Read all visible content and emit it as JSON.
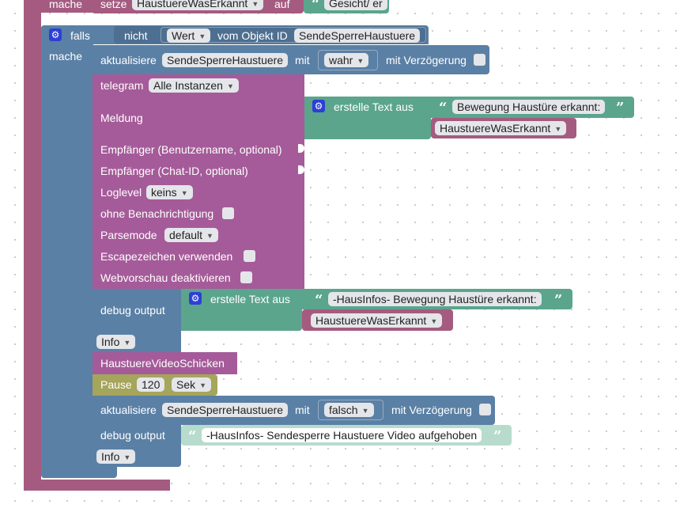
{
  "top_row": {
    "mache_label": "mache",
    "setze_label": "setze",
    "var_dropdown": "HaustuereWasErkannt",
    "auf_label": "auf",
    "string_value": "Gesicht/ er"
  },
  "if_block": {
    "falls_label": "falls",
    "mache_label": "mache",
    "nicht_label": "nicht",
    "wert_dropdown": "Wert",
    "vom_objekt_label": "vom Objekt ID",
    "object_id": "SendeSperreHaustuere"
  },
  "update1": {
    "aktualisiere_label": "aktualisiere",
    "object_id": "SendeSperreHaustuere",
    "mit_label": "mit",
    "value_dropdown": "wahr",
    "verzoegerung_label": "mit Verzögerung"
  },
  "telegram": {
    "telegram_label": "telegram",
    "instanz_dropdown": "Alle Instanzen",
    "meldung_label": "Meldung",
    "erstelle_label": "erstelle Text aus",
    "text_part1": "Bewegung Haustüre erkannt:",
    "text_var": "HaustuereWasErkannt",
    "empfaenger_user_label": "Empfänger (Benutzername, optional)",
    "empfaenger_chat_label": "Empfänger (Chat-ID, optional)",
    "loglevel_label": "Loglevel",
    "loglevel_dropdown": "keins",
    "ohne_benachrichtigung_label": "ohne Benachrichtigung",
    "parsemode_label": "Parsemode",
    "parsemode_dropdown": "default",
    "escape_label": "Escapezeichen verwenden",
    "webvorschau_label": "Webvorschau deaktivieren"
  },
  "debug1": {
    "label": "debug output",
    "erstelle_label": "erstelle Text aus",
    "text_part1": "-HausInfos- Bewegung Haustüre erkannt:",
    "text_var": "HaustuereWasErkannt",
    "level_dropdown": "Info"
  },
  "call_block": {
    "label": "HaustuereVideoSchicken"
  },
  "pause": {
    "label": "Pause",
    "value": "120",
    "unit_dropdown": "Sek"
  },
  "update2": {
    "aktualisiere_label": "aktualisiere",
    "object_id": "SendeSperreHaustuere",
    "mit_label": "mit",
    "value_dropdown": "falsch",
    "verzoegerung_label": "mit Verzögerung"
  },
  "debug2": {
    "label": "debug output",
    "text": "-HausInfos- Sendesperre Haustuere Video aufgehoben",
    "level_dropdown": "Info"
  },
  "colors": {
    "logic": "#5b80a5",
    "telegram": "#a55b99",
    "variable": "#a55b80",
    "text": "#5ba58c",
    "timer": "#a5a55b"
  }
}
